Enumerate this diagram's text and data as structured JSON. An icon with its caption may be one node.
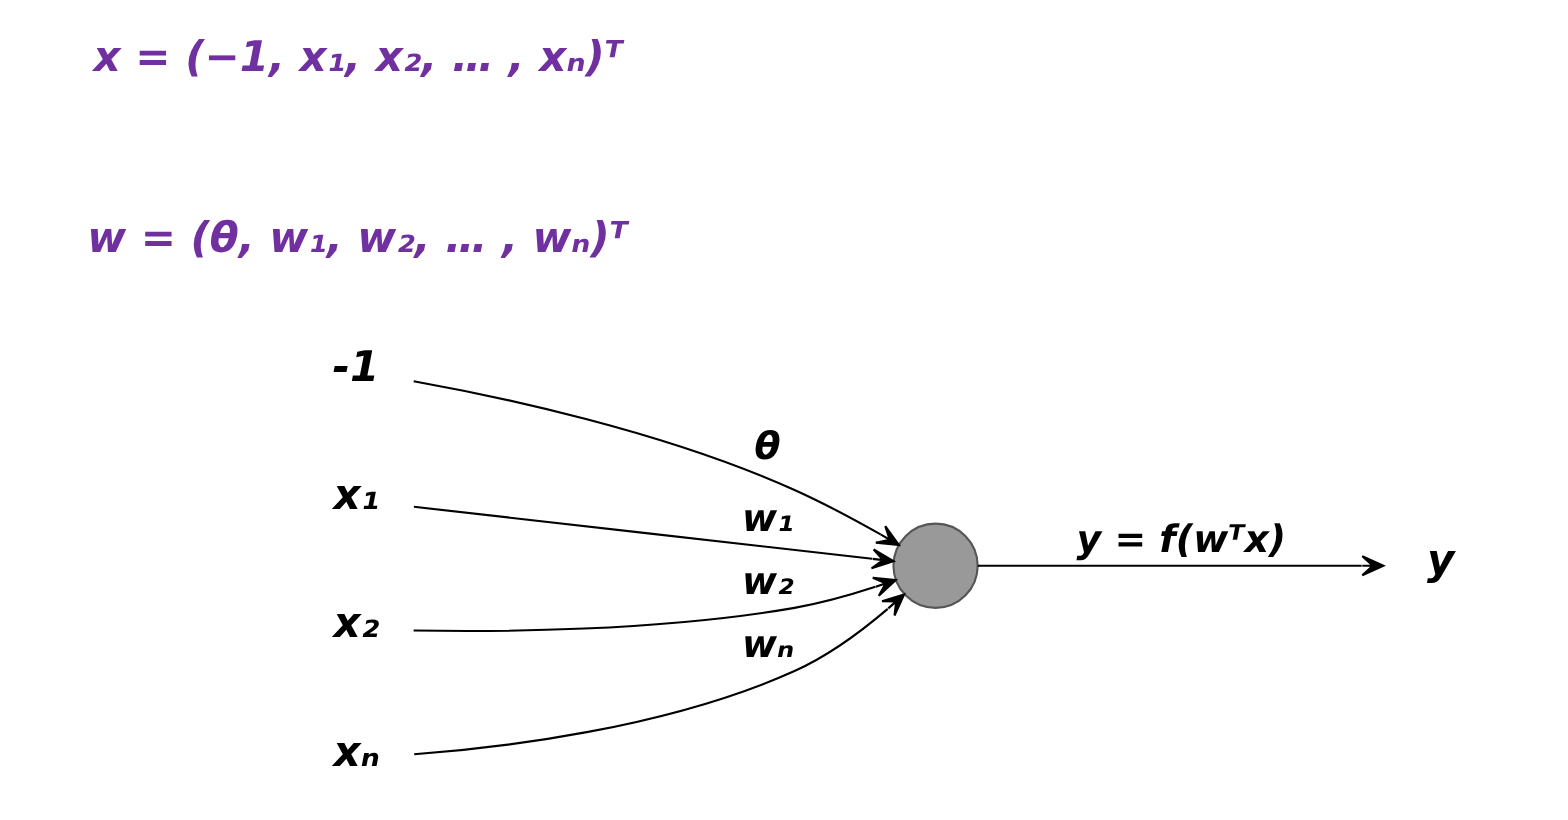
{
  "diagram": {
    "nodes": [
      {
        "text": [
          "-1"
        ]
      },
      {
        "text": [
          "x₁"
        ]
      },
      {
        "text": [
          "x₂"
        ]
      },
      {
        "text": [
          "xₙ"
        ]
      },
      {
        "text": [],
        "shape": "circle"
      },
      {
        "text": [
          "y"
        ]
      }
    ],
    "edges": [
      {
        "from": 0,
        "to": 4,
        "arrow": "to",
        "label": "θ"
      },
      {
        "from": 1,
        "to": 4,
        "arrow": "to",
        "label": "w₁"
      },
      {
        "from": 2,
        "to": 4,
        "arrow": "to",
        "label": "w₂"
      },
      {
        "from": 3,
        "to": 4,
        "arrow": "to",
        "label": "wₙ"
      },
      {
        "from": 4,
        "to": 5,
        "arrow": "to",
        "label": "y = f(wᵀx)"
      }
    ],
    "labels": [
      "x = (−1, x₁, x₂, … , xₙ)ᵀ",
      "w = (θ, w₁, w₂, … , wₙ)ᵀ"
    ]
  }
}
